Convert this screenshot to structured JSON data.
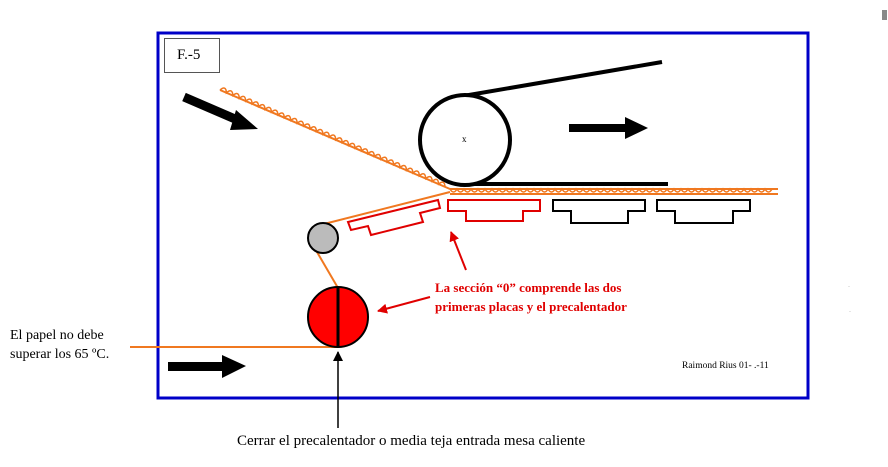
{
  "figure": {
    "label": "F.-5",
    "roller_mark": "x",
    "credit": "Raimond Rius 01-   .-11"
  },
  "notes": {
    "paper_temp_line1": "El papel no debe",
    "paper_temp_line2": "superar los 65 ºC.",
    "section_zero_line1": "La  sección “0” comprende las dos",
    "section_zero_line2": "primeras placas y el precalentador",
    "caption": "Cerrar el precalentador o media teja entrada mesa caliente"
  },
  "colors": {
    "frame": "#0000c8",
    "paper": "#f07820",
    "highlight": "#e00000",
    "ink": "#000000",
    "idler": "#bbbbbb",
    "preheater": "#ff0000"
  },
  "icons": [
    "arrow-icon",
    "roller-icon",
    "preheater-icon",
    "idler-roller-icon",
    "heating-plate-icon"
  ]
}
